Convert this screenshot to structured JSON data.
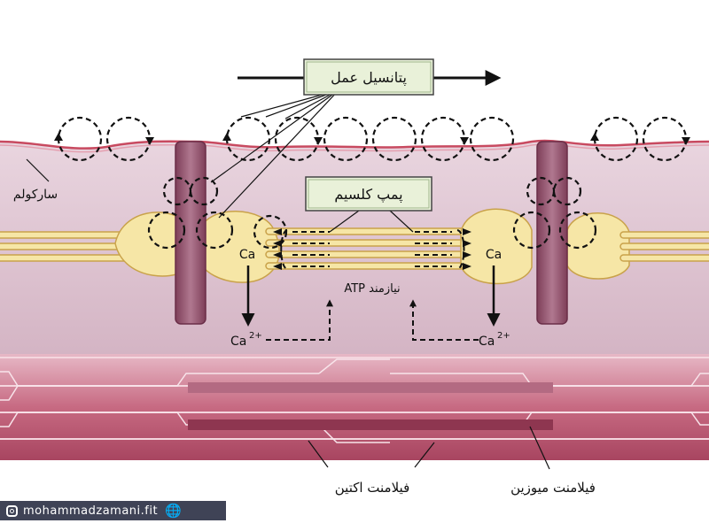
{
  "labels": {
    "action_potential": "پتانسیل عمل",
    "calcium_pump": "پمپ کلسیم",
    "sarcolemma": "سارکولم",
    "atp_required": "ATP نیازمند",
    "ca_left": "Ca",
    "ca_right": "Ca",
    "ca2_base": "Ca",
    "ca2_sup": "2+",
    "actin_filament": "فیلامنت اکتین",
    "myosin_filament": "فیلامنت میوزین"
  },
  "watermark": {
    "handle": "mohammadzamani.fit",
    "icon_left": "instagram-icon",
    "icon_right": "globe-icon"
  },
  "colors": {
    "sarcoplasm": "#d8b8c8",
    "membrane": "#c84a60",
    "reticulum_fill": "#f6e6a6",
    "reticulum_stroke": "#c9a24a",
    "t_tubule": "#9a5a72",
    "myofibril": "#b24a64",
    "label_box": "#e9f1d9"
  }
}
